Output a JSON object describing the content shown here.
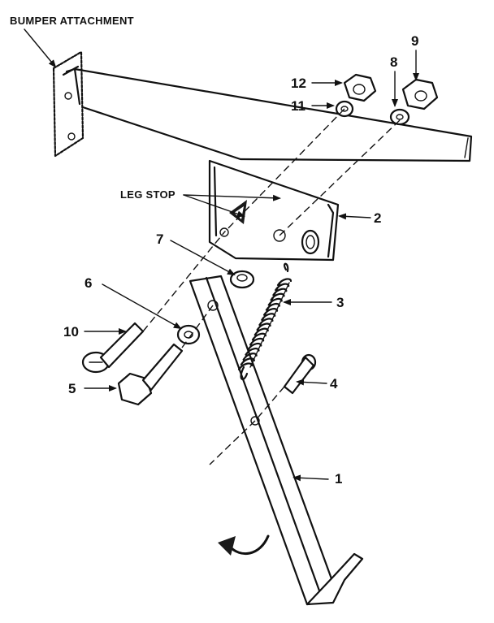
{
  "diagram": {
    "labels": {
      "bumper_attachment": "BUMPER ATTACHMENT",
      "leg_stop": "LEG STOP"
    },
    "callouts": [
      {
        "id": "p1",
        "text": "1"
      },
      {
        "id": "p2",
        "text": "2"
      },
      {
        "id": "p3",
        "text": "3"
      },
      {
        "id": "p4",
        "text": "4"
      },
      {
        "id": "p5",
        "text": "5"
      },
      {
        "id": "p6",
        "text": "6"
      },
      {
        "id": "p7",
        "text": "7"
      },
      {
        "id": "p8",
        "text": "8"
      },
      {
        "id": "p9",
        "text": "9"
      },
      {
        "id": "p10",
        "text": "10"
      },
      {
        "id": "p11",
        "text": "11"
      },
      {
        "id": "p12",
        "text": "12"
      }
    ]
  }
}
